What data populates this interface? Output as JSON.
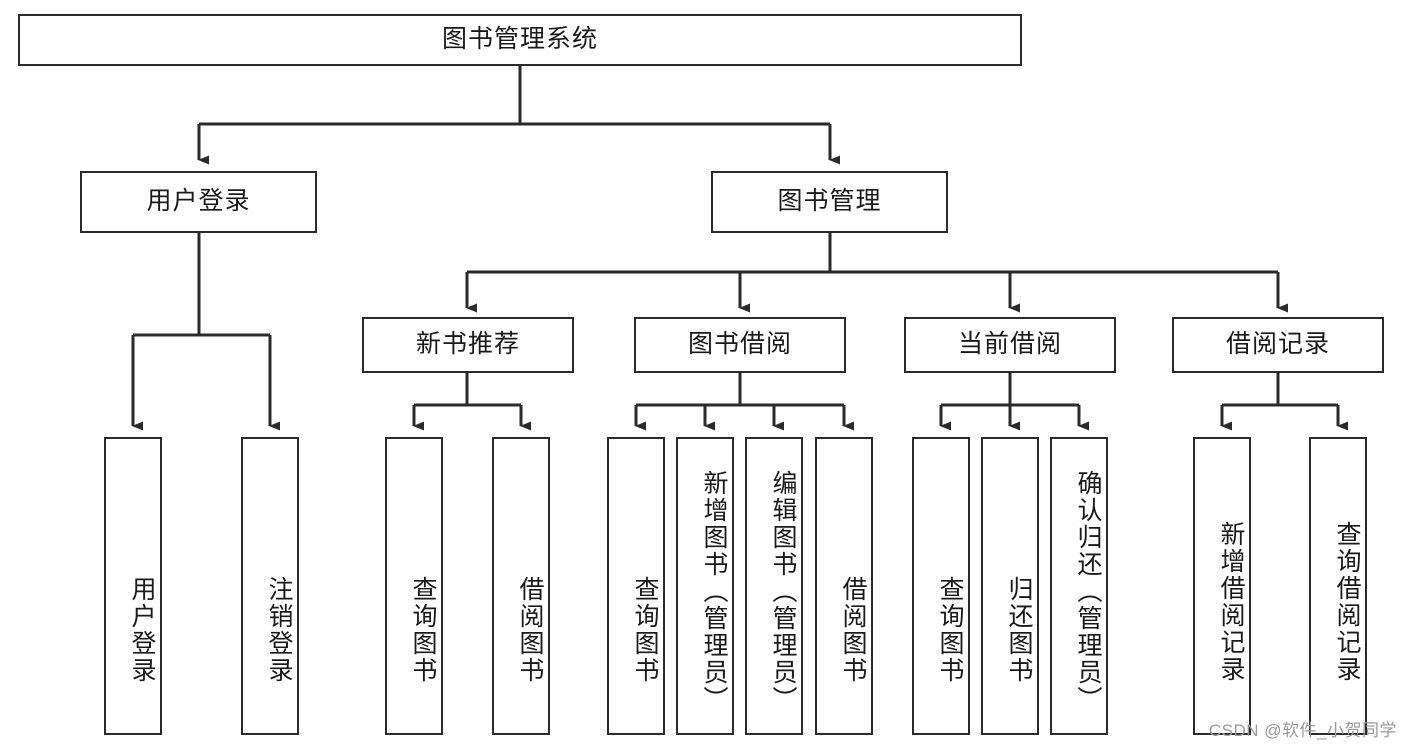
{
  "diagram": {
    "title": "图书管理系统",
    "type": "tree-hierarchy",
    "orientation": "top-down",
    "colors": {
      "stroke": "#2b2b2b",
      "fill": "#ffffff",
      "text": "#1a1a1a",
      "watermark": "#9a9a9a"
    },
    "root": {
      "label": "图书管理系统"
    },
    "level2": [
      {
        "label": "用户登录"
      },
      {
        "label": "图书管理"
      }
    ],
    "level3": [
      {
        "label": "新书推荐"
      },
      {
        "label": "图书借阅"
      },
      {
        "label": "当前借阅"
      },
      {
        "label": "借阅记录"
      }
    ],
    "leaves": {
      "user_login": [
        {
          "label": "用户登录"
        },
        {
          "label": "注销登录"
        }
      ],
      "new_book_recommend": [
        {
          "label": "查询图书"
        },
        {
          "label": "借阅图书"
        }
      ],
      "book_borrow": [
        {
          "label": "查询图书"
        },
        {
          "label": "新增图书（管理员）"
        },
        {
          "label": "编辑图书（管理员）"
        },
        {
          "label": "借阅图书"
        }
      ],
      "current_borrow": [
        {
          "label": "查询图书"
        },
        {
          "label": "归还图书"
        },
        {
          "label": "确认归还（管理员）"
        }
      ],
      "borrow_records": [
        {
          "label": "新增借阅记录"
        },
        {
          "label": "查询借阅记录"
        }
      ]
    }
  },
  "watermark": {
    "text": "CSDN @软件_小贺同学"
  }
}
